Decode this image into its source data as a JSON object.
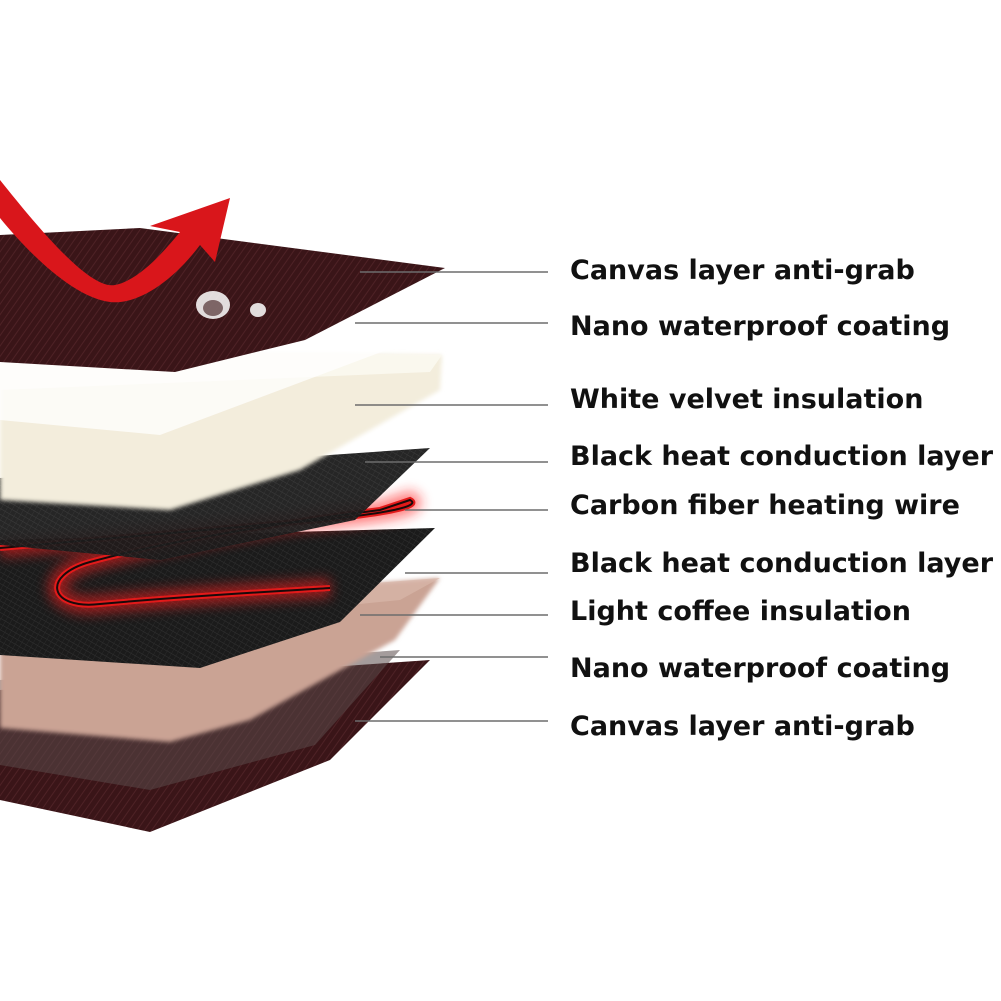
{
  "diagram": {
    "layers": [
      {
        "label": "Canvas layer anti-grab",
        "icon": "canvas-fabric-icon"
      },
      {
        "label": "Nano waterproof coating",
        "icon": "water-droplet-icon"
      },
      {
        "label": "White velvet insulation",
        "icon": "velvet-icon"
      },
      {
        "label": "Black heat conduction layer",
        "icon": "mesh-icon"
      },
      {
        "label": "Carbon fiber heating wire",
        "icon": "heating-wire-icon"
      },
      {
        "label": "Black heat conduction layer",
        "icon": "mesh-icon"
      },
      {
        "label": "Light coffee insulation",
        "icon": "velvet-icon"
      },
      {
        "label": "Nano waterproof coating",
        "icon": "water-droplet-icon"
      },
      {
        "label": "Canvas layer anti-grab",
        "icon": "canvas-fabric-icon"
      }
    ],
    "colors": {
      "canvas": "#3a1518",
      "velvet": "#f3eddc",
      "mesh": "#1b1b1b",
      "wire": "#e21a1a",
      "coffee": "#caa394",
      "leader": "#6d6d6d",
      "arrow": "#d9161b"
    }
  }
}
